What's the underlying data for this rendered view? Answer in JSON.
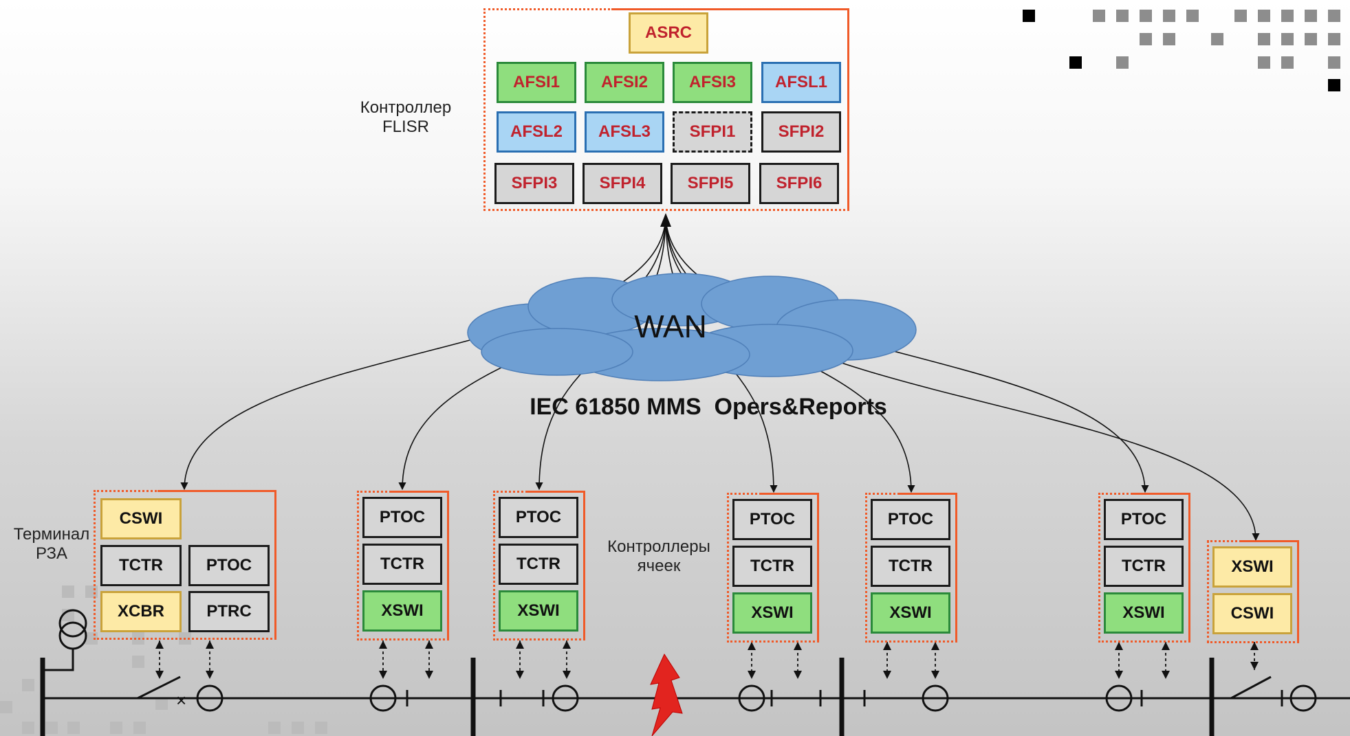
{
  "colors": {
    "green": "#8fde7e",
    "blue": "#a9d5f4",
    "yellow": "#fdeaa6",
    "gray": "#d6d6d6",
    "red_text": "#c0222d",
    "frame": "#f05a28",
    "cloud": "#6f9fd3"
  },
  "controller": {
    "label_line1": "Контроллер",
    "label_line2": "FLISR",
    "top_block": "ASRC",
    "blocks": [
      "AFSI1",
      "AFSI2",
      "AFSI3",
      "AFSL1",
      "AFSL2",
      "AFSL3",
      "SFPI1",
      "SFPI2",
      "SFPI3",
      "SFPI4",
      "SFPI5",
      "SFPI6"
    ]
  },
  "network": {
    "cloud_label": "WAN",
    "protocol_label": "IEC 61850 MMS  Opers&Reports"
  },
  "terminal": {
    "label_line1": "Терминал",
    "label_line2": "РЗА",
    "blocks": [
      "CSWI",
      "TCTR",
      "PTOC",
      "XCBR",
      "PTRC"
    ]
  },
  "bay_controllers": {
    "label_line1": "Контроллеры",
    "label_line2": "ячеек",
    "units": [
      {
        "blocks": [
          "PTOC",
          "TCTR",
          "XSWI"
        ]
      },
      {
        "blocks": [
          "PTOC",
          "TCTR",
          "XSWI"
        ]
      },
      {
        "blocks": [
          "PTOC",
          "TCTR",
          "XSWI"
        ]
      },
      {
        "blocks": [
          "PTOC",
          "TCTR",
          "XSWI"
        ]
      },
      {
        "blocks": [
          "PTOC",
          "TCTR",
          "XSWI"
        ]
      },
      {
        "blocks": [
          "XSWI",
          "CSWI"
        ]
      }
    ]
  },
  "icons": {
    "fault": "lightning-icon",
    "transformer": "transformer-icon",
    "current_sensor": "current-sensor-icon",
    "switch": "switch-icon"
  }
}
